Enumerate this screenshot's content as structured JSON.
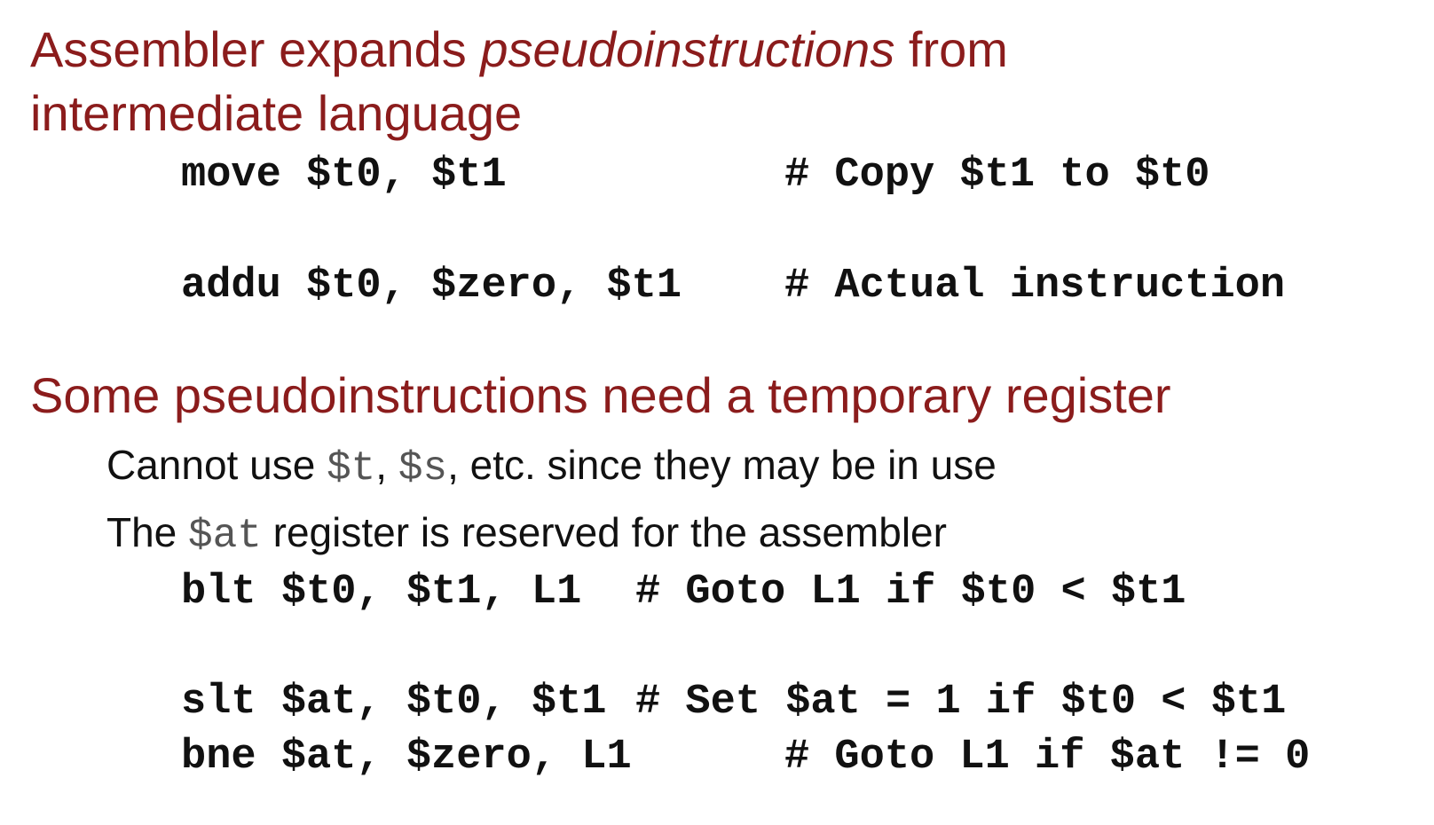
{
  "section1": {
    "heading_part1": "Assembler expands ",
    "heading_emphasis": "pseudoinstructions",
    "heading_part2": " from",
    "heading_line2": "intermediate language",
    "code": [
      {
        "instr": "move $t0, $t1",
        "comment": "# Copy $t1 to $t0"
      },
      {
        "instr": "addu $t0, $zero, $t1",
        "comment": "# Actual instruction"
      }
    ]
  },
  "section2": {
    "heading": "Some pseudoinstructions need a temporary register",
    "bullet1": {
      "prefix": "Cannot use ",
      "reg1": "$t",
      "sep": ", ",
      "reg2": "$s",
      "suffix": ", etc. since they may be in use"
    },
    "bullet2": {
      "prefix": "The ",
      "reg": "$at",
      "suffix": " register is reserved for the assembler"
    },
    "code": [
      {
        "instr": "blt $t0, $t1, L1",
        "comment": "# Goto L1 if $t0 < $t1"
      },
      {
        "instr": "slt $at, $t0, $t1",
        "comment": "# Set $at = 1 if $t0 < $t1"
      },
      {
        "instr": "bne $at, $zero, L1",
        "comment": "# Goto L1 if $at != 0"
      }
    ]
  }
}
